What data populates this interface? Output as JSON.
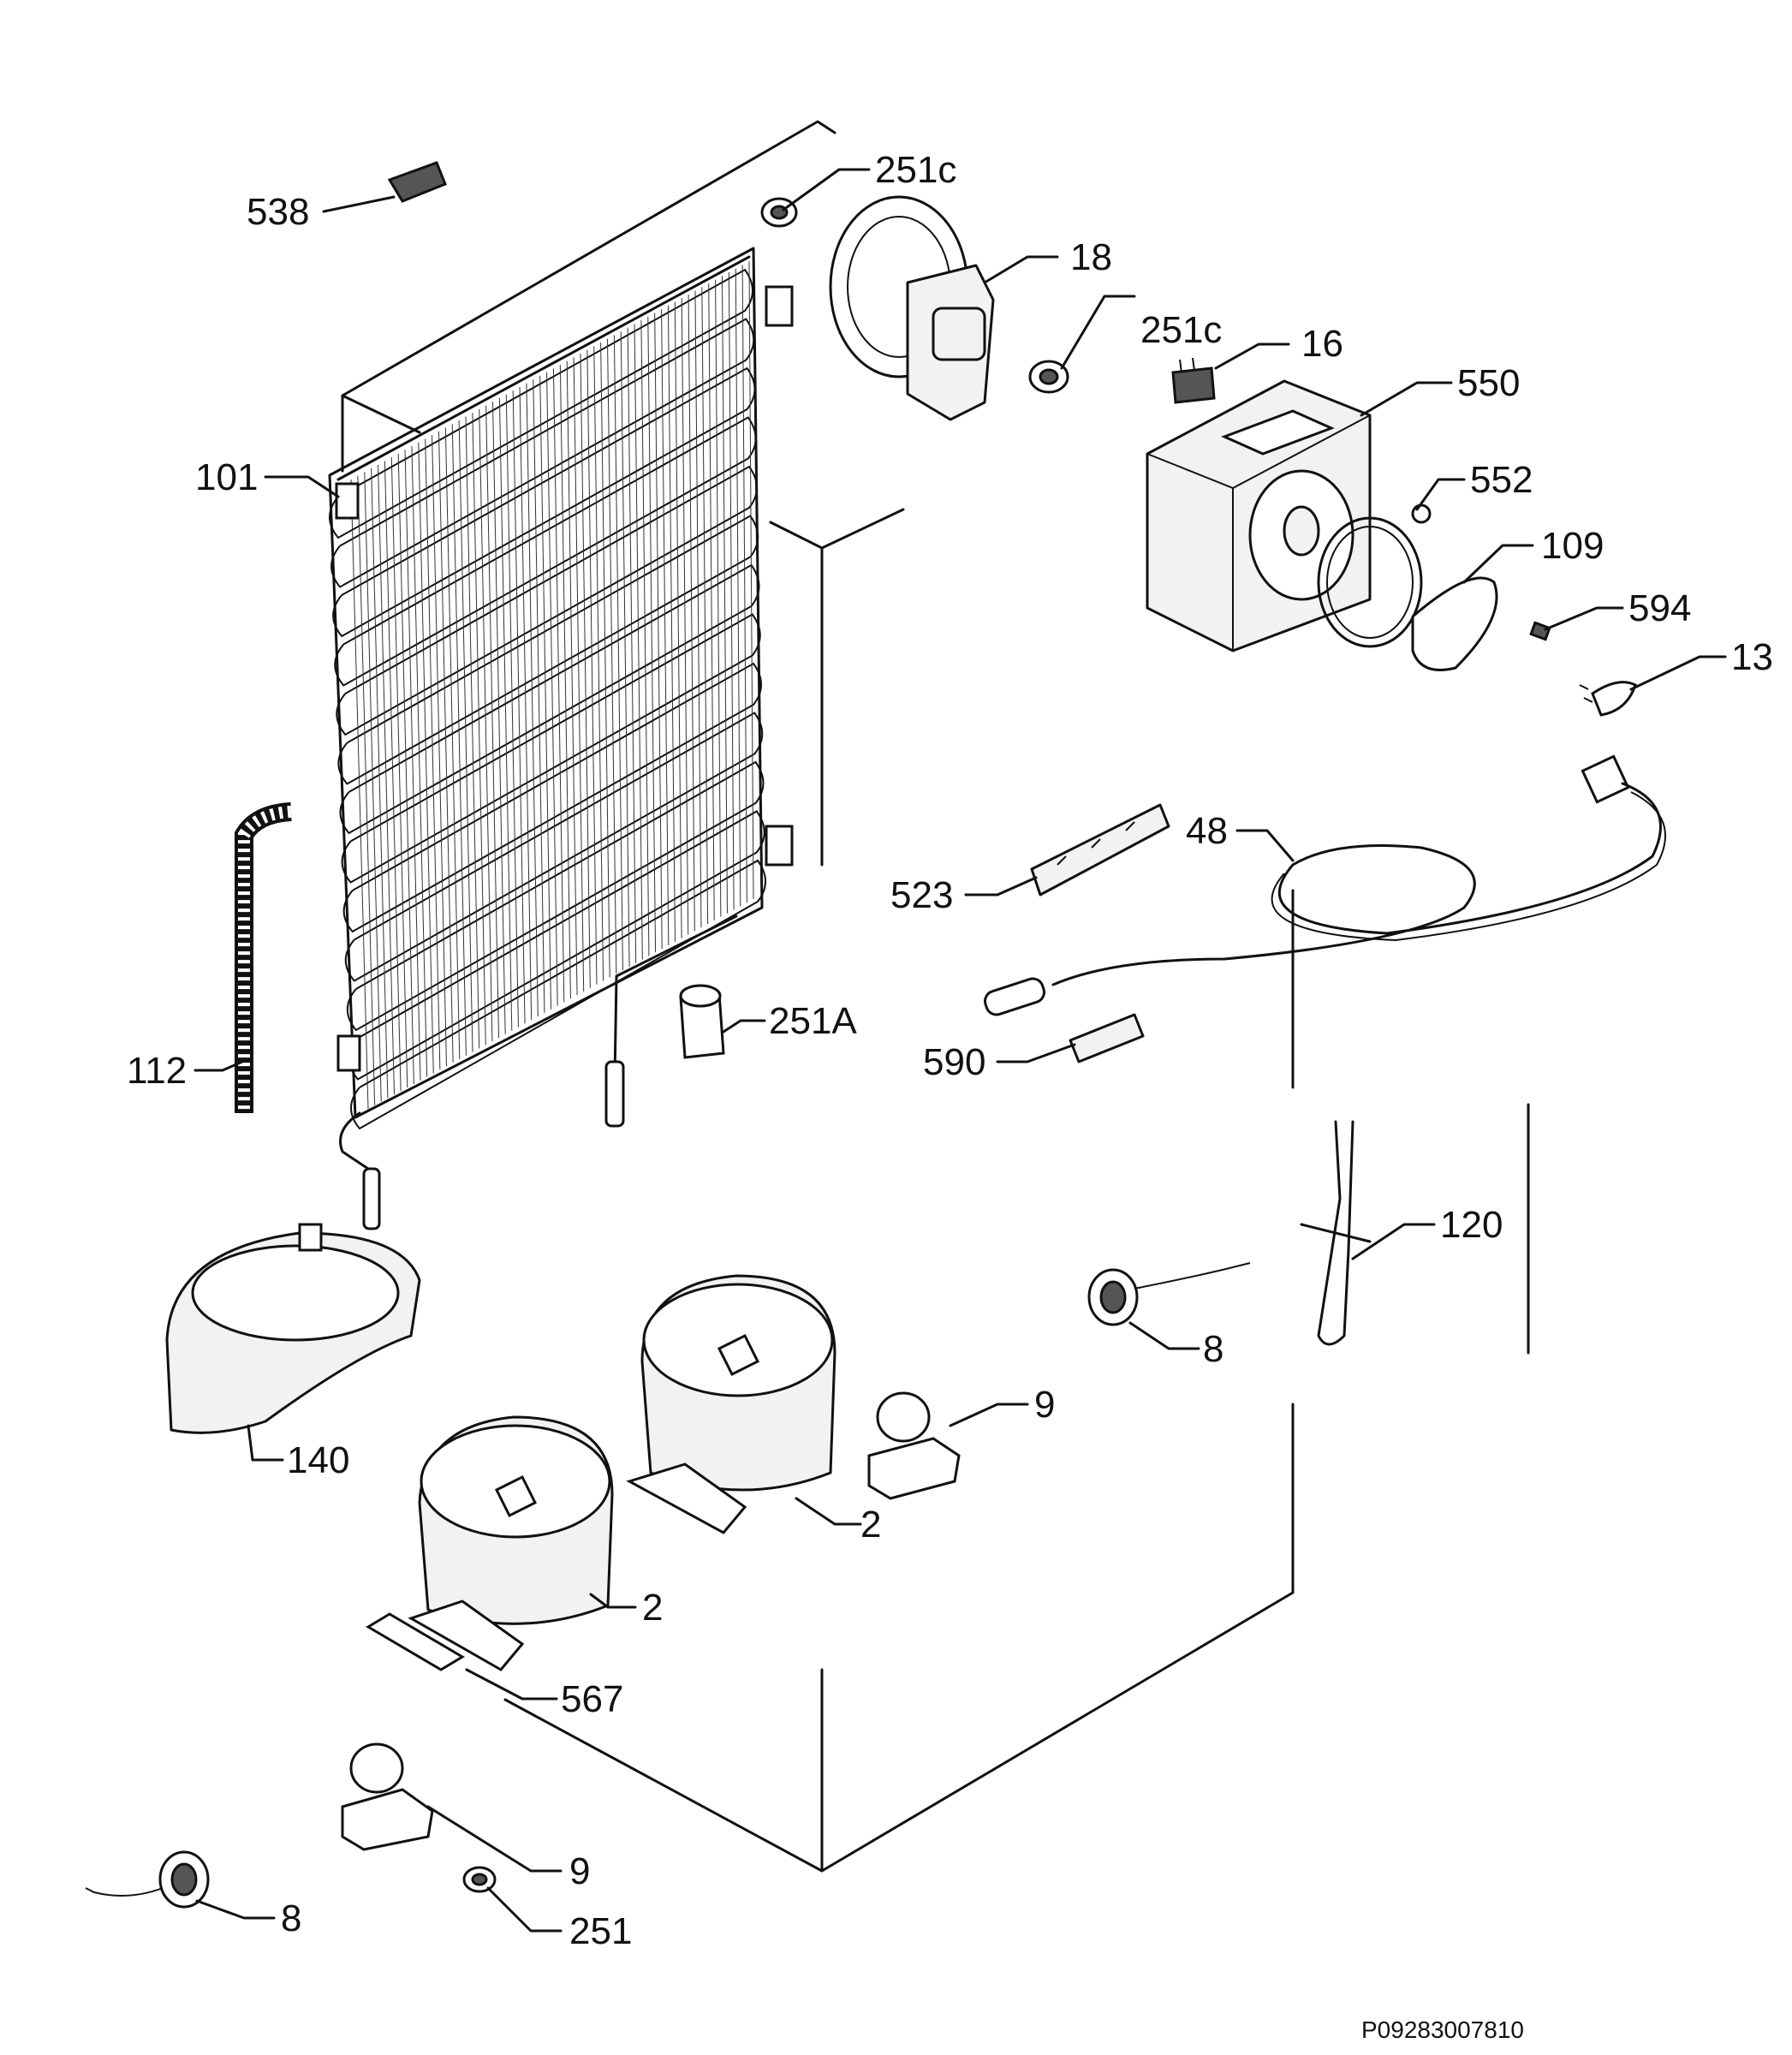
{
  "labels": [
    {
      "id": "538",
      "text": "538"
    },
    {
      "id": "251c-top",
      "text": "251c"
    },
    {
      "id": "18",
      "text": "18"
    },
    {
      "id": "251c-mid",
      "text": "251c"
    },
    {
      "id": "16",
      "text": "16"
    },
    {
      "id": "550",
      "text": "550"
    },
    {
      "id": "101",
      "text": "101"
    },
    {
      "id": "552",
      "text": "552"
    },
    {
      "id": "109",
      "text": "109"
    },
    {
      "id": "594",
      "text": "594"
    },
    {
      "id": "13",
      "text": "13"
    },
    {
      "id": "48",
      "text": "48"
    },
    {
      "id": "523",
      "text": "523"
    },
    {
      "id": "251A",
      "text": "251A"
    },
    {
      "id": "590",
      "text": "590"
    },
    {
      "id": "112",
      "text": "112"
    },
    {
      "id": "120",
      "text": "120"
    },
    {
      "id": "8-right",
      "text": "8"
    },
    {
      "id": "9-right",
      "text": "9"
    },
    {
      "id": "140",
      "text": "140"
    },
    {
      "id": "2-right",
      "text": "2"
    },
    {
      "id": "2-left",
      "text": "2"
    },
    {
      "id": "567",
      "text": "567"
    },
    {
      "id": "9-left",
      "text": "9"
    },
    {
      "id": "8-left",
      "text": "8"
    },
    {
      "id": "251",
      "text": "251"
    }
  ],
  "document_id": "P09283007810"
}
